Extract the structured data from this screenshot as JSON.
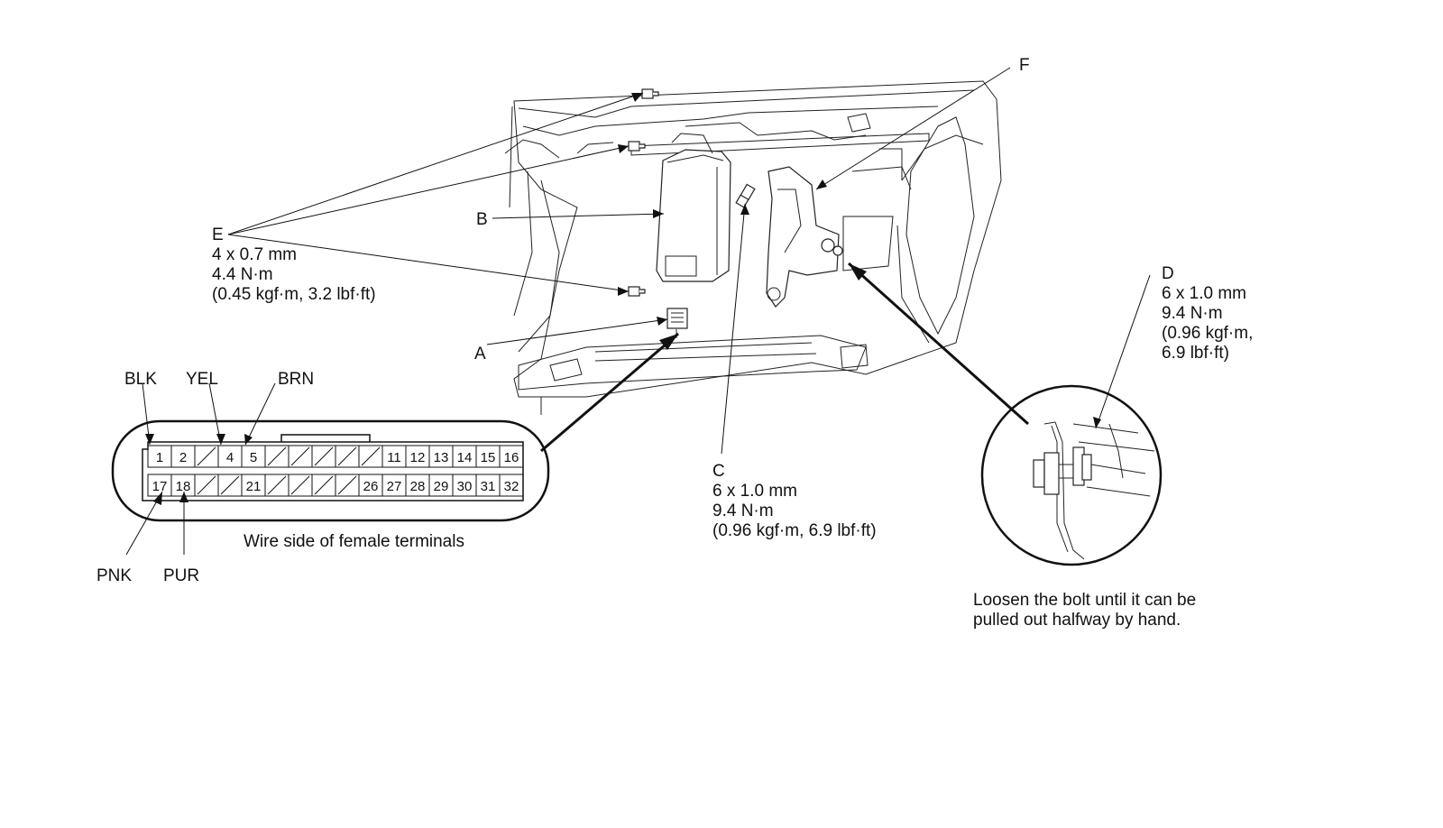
{
  "callouts": {
    "A": "A",
    "B": "B",
    "C": {
      "letter": "C",
      "size": "6 x 1.0 mm",
      "torque": "9.4 N·m",
      "torque_alt": "(0.96 kgf·m, 6.9 lbf·ft)"
    },
    "D": {
      "letter": "D",
      "size": "6 x 1.0 mm",
      "torque": "9.4 N·m",
      "torque_alt_1": "(0.96 kgf·m,",
      "torque_alt_2": "6.9 lbf·ft)"
    },
    "E": {
      "letter": "E",
      "size": "4 x 0.7 mm",
      "torque": "4.4 N·m",
      "torque_alt": "(0.45 kgf·m, 3.2 lbf·ft)"
    },
    "F": "F"
  },
  "wire_colors": {
    "blk": "BLK",
    "yel": "YEL",
    "brn": "BRN",
    "pnk": "PNK",
    "pur": "PUR"
  },
  "connector": {
    "caption": "Wire side of female terminals",
    "top_row": [
      "1",
      "2",
      "",
      "4",
      "5",
      "",
      "",
      "",
      "",
      "",
      "11",
      "12",
      "13",
      "14",
      "15",
      "16"
    ],
    "bottom_row": [
      "17",
      "18",
      "",
      "",
      "21",
      "",
      "",
      "",
      "",
      "26",
      "27",
      "28",
      "29",
      "30",
      "31",
      "32"
    ]
  },
  "detail_note": {
    "line1": "Loosen the bolt until it can be",
    "line2": "pulled out halfway by hand."
  }
}
